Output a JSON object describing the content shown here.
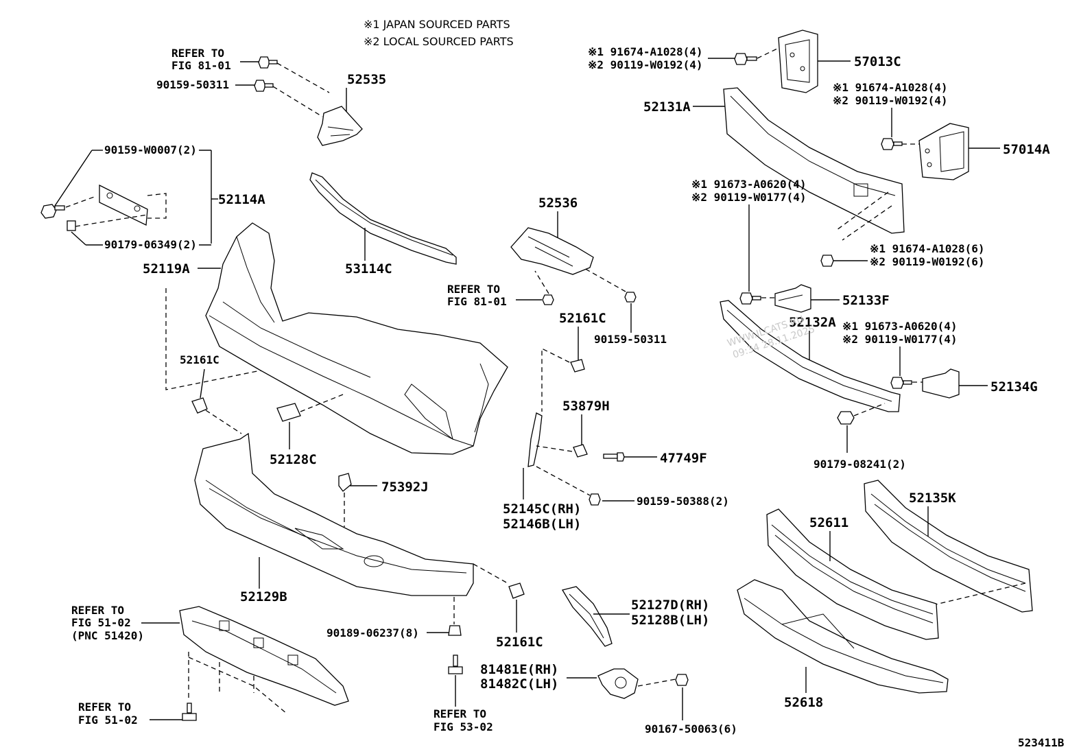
{
  "notes": {
    "note1": "※1  JAPAN SOURCED PARTS",
    "note2": "※2  LOCAL SOURCED PARTS"
  },
  "labels": {
    "refer_8101_a": "REFER TO",
    "refer_8101_a2": "FIG 81-01",
    "p90159_50311_a": "90159-50311",
    "p52535": "52535",
    "p90159_w0007": "90159-W0007(2)",
    "p52114a": "52114A",
    "p90179_06349": "90179-06349(2)",
    "p52119a": "52119A",
    "p53114c": "53114C",
    "p52536": "52536",
    "refer_8101_b": "REFER TO",
    "refer_8101_b2": "FIG 81-01",
    "p90159_50311_b": "90159-50311",
    "p52161c_a": "52161C",
    "p52161c_b": "52161C",
    "p52128c": "52128C",
    "p53879h": "53879H",
    "p47749f": "47749F",
    "p75392j": "75392J",
    "p90159_50388": "90159-50388(2)",
    "p52145c": "52145C(RH)",
    "p52146b": "52146B(LH)",
    "p52129b": "52129B",
    "refer_5102_a": "REFER TO",
    "refer_5102_a2": "FIG 51-02",
    "refer_5102_a3": "(PNC 51420)",
    "p90189_06237": "90189-06237(8)",
    "p52161c_c": "52161C",
    "p52127d": "52127D(RH)",
    "p52128b": "52128B(LH)",
    "refer_5102_b": "REFER TO",
    "refer_5102_b2": "FIG 51-02",
    "p81481e": "81481E(RH)",
    "p81482c": "81482C(LH)",
    "refer_5302": "REFER TO",
    "refer_5302_2": "FIG 53-02",
    "p90167_50063": "90167-50063(6)",
    "s1_91674_a1028_4a": "※1 91674-A1028(4)",
    "s2_90119_w0192_4a": "※2 90119-W0192(4)",
    "p57013c": "57013C",
    "p52131a": "52131A",
    "s1_91674_a1028_4b": "※1 91674-A1028(4)",
    "s2_90119_w0192_4b": "※2 90119-W0192(4)",
    "p57014a": "57014A",
    "s1_91673_a0620_4a": "※1 91673-A0620(4)",
    "s2_90119_w0177_4a": "※2 90119-W0177(4)",
    "s1_91674_a1028_6": "※1 91674-A1028(6)",
    "s2_90119_w0192_6": "※2 90119-W0192(6)",
    "p52133f": "52133F",
    "p52132a": "52132A",
    "s1_91673_a0620_4b": "※1 91673-A0620(4)",
    "s2_90119_w0177_4b": "※2 90119-W0177(4)",
    "p52134g": "52134G",
    "p90179_08241": "90179-08241(2)",
    "p52135k": "52135K",
    "p52611": "52611",
    "p52618": "52618",
    "figure_id": "523411B"
  },
  "watermark": {
    "line1": "WWW.ILCATS.RU",
    "line2": "09:34 28.11.2025"
  }
}
